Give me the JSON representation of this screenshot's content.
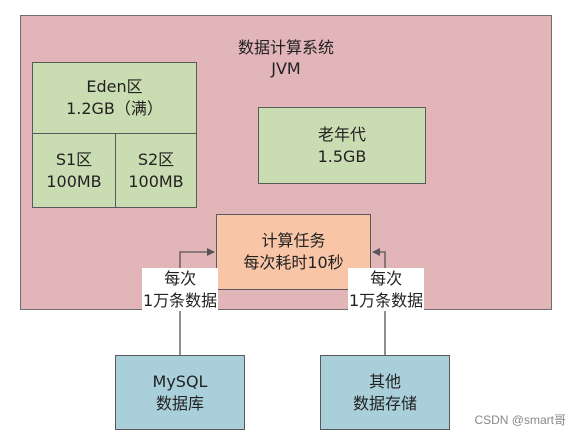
{
  "jvm": {
    "title": "数据计算系统",
    "subtitle": "JVM"
  },
  "eden": {
    "name": "Eden区",
    "detail": "1.2GB（满）"
  },
  "s1": {
    "name": "S1区",
    "detail": "100MB"
  },
  "s2": {
    "name": "S2区",
    "detail": "100MB"
  },
  "old_gen": {
    "name": "老年代",
    "detail": "1.5GB"
  },
  "task": {
    "line1": "计算任务",
    "line2": "每次耗时10秒"
  },
  "left_flow": {
    "line1": "每次",
    "line2": "1万条数据"
  },
  "right_flow": {
    "line1": "每次",
    "line2": "1万条数据"
  },
  "mysql": {
    "line1": "MySQL",
    "line2": "数据库"
  },
  "other": {
    "line1": "其他",
    "line2": "数据存储"
  },
  "watermark": "CSDN @smart哥"
}
